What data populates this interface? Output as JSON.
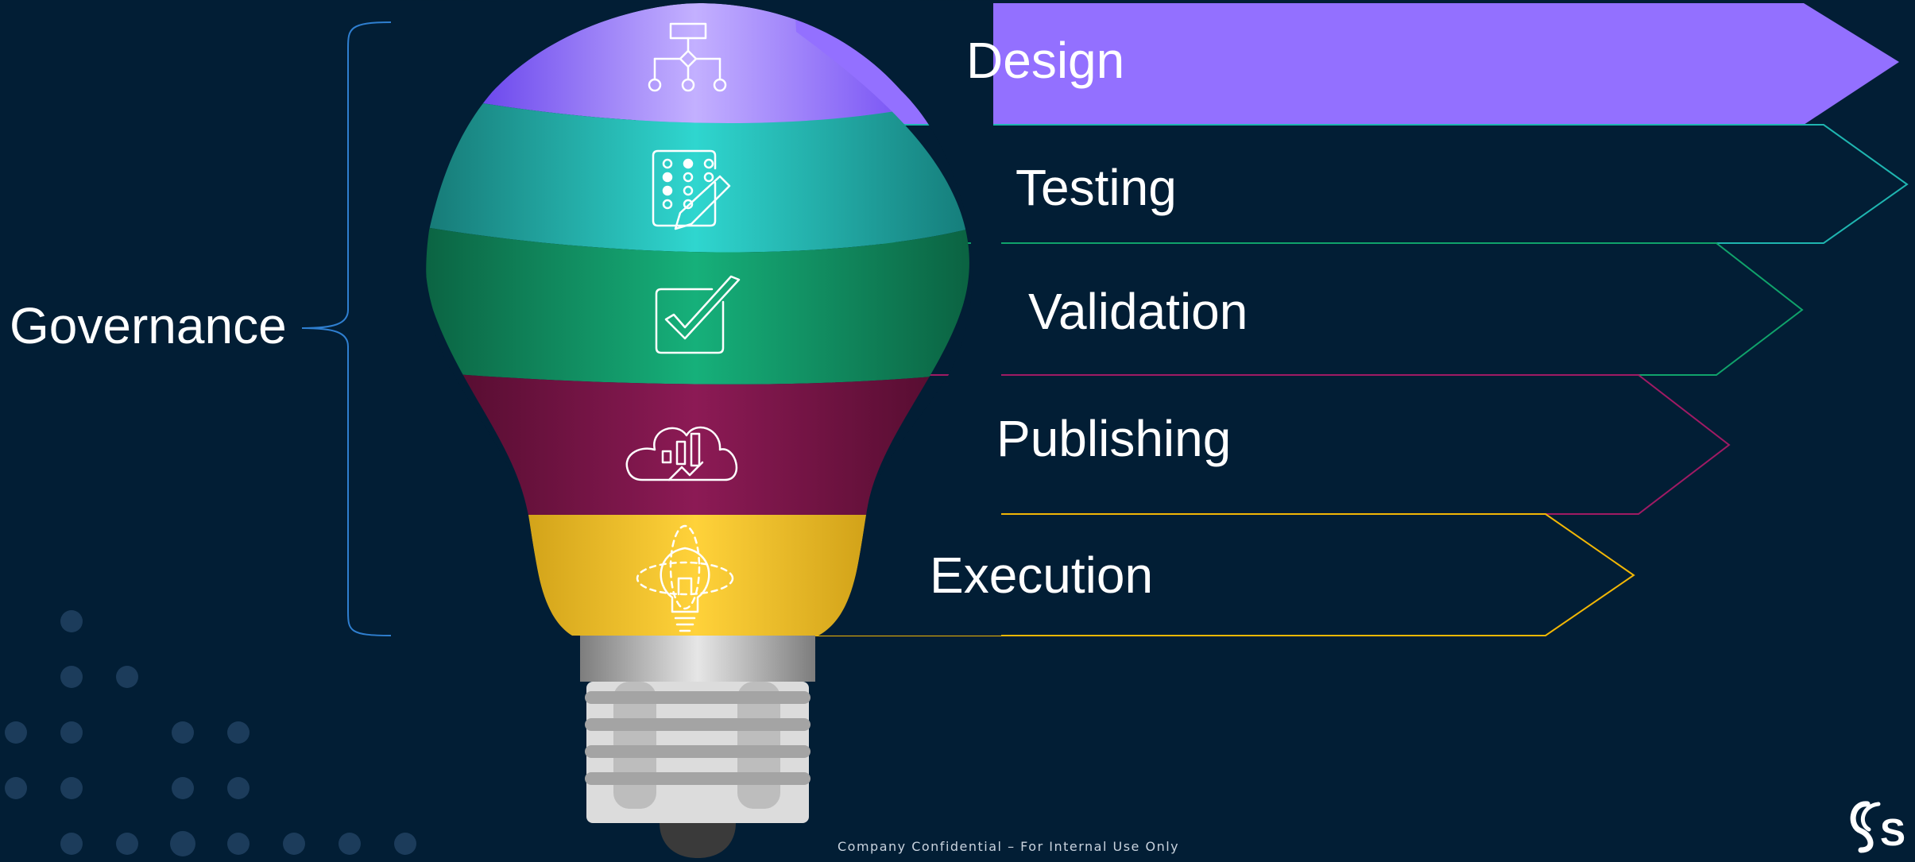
{
  "slide": {
    "side_label": "Governance",
    "footer": "Company Confidential – For Internal Use Only"
  },
  "stages": [
    {
      "id": "design",
      "label": "Design",
      "color": "#9370ff",
      "icon": "hierarchy-icon"
    },
    {
      "id": "testing",
      "label": "Testing",
      "color": "#1fb5b0",
      "icon": "checklist-pencil-icon"
    },
    {
      "id": "validation",
      "label": "Validation",
      "color": "#10a36b",
      "icon": "checkbox-icon"
    },
    {
      "id": "publishing",
      "label": "Publishing",
      "color": "#8a1450",
      "icon": "cloud-analytics-icon"
    },
    {
      "id": "execution",
      "label": "Execution",
      "color": "#f2b705",
      "icon": "lightbulb-idea-icon"
    }
  ],
  "colors": {
    "background": "#021e35",
    "bracket": "#2f7fd0",
    "dots": "#1c3c5b",
    "bulb_base": "#c8c8c8"
  },
  "logo": {
    "icon": "sas-logo"
  }
}
